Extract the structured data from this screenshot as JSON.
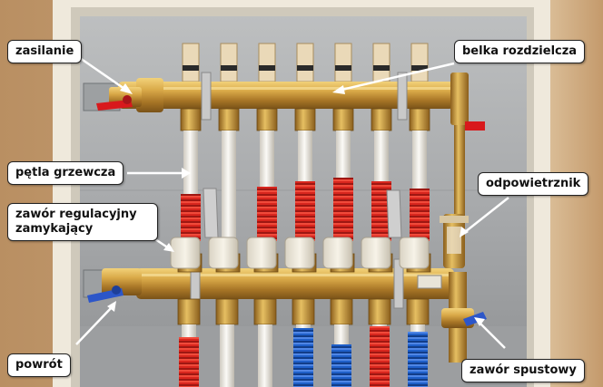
{
  "labels": {
    "supply": "zasilanie",
    "manifold_bar": "belka rozdzielcza",
    "heating_loop": "pętla grzewcza",
    "regulating_valve_line1": "zawór regulacyjny",
    "regulating_valve_line2": "zamykający",
    "air_vent": "odpowietrznik",
    "return": "powrót",
    "drain_valve": "zawór spustowy"
  },
  "colors": {
    "brass": "#c99a3a",
    "pipe_white": "#f3f1ec",
    "corrugated_red": "#d8261e",
    "corrugated_blue": "#1f5fc8",
    "valve_handle_red": "#d8191c",
    "valve_handle_blue": "#2c56c9"
  }
}
